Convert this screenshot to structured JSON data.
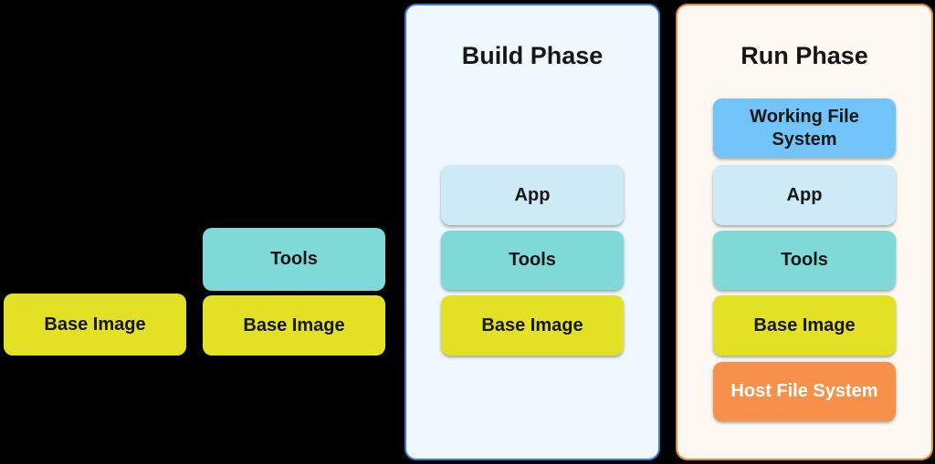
{
  "colors": {
    "background": "#000000",
    "base_image": "#e2e126",
    "tools": "#7fd9d6",
    "app": "#cfeaf7",
    "working_fs": "#72c4f8",
    "host_fs": "#f79149",
    "build_panel_bg": "#eff9fd",
    "build_panel_border": "#3e7bd8",
    "run_panel_bg": "#fdf8f1",
    "run_panel_border": "#e8893c",
    "text_dark": "#161616",
    "text_light": "#ffffff"
  },
  "blocks": {
    "base_image": {
      "label": "Base Image"
    },
    "tools": {
      "label": "Tools"
    },
    "app": {
      "label": "App"
    },
    "working_fs": {
      "label": "Working File System"
    },
    "host_fs": {
      "label": "Host File System"
    }
  },
  "stages": {
    "stage1": {
      "blocks": [
        "base_image"
      ]
    },
    "stage2": {
      "blocks": [
        "tools",
        "base_image"
      ]
    }
  },
  "panels": {
    "build": {
      "title": "Build Phase",
      "blocks": [
        "app",
        "tools",
        "base_image"
      ]
    },
    "run": {
      "title": "Run Phase",
      "blocks": [
        "working_fs",
        "app",
        "tools",
        "base_image",
        "host_fs"
      ]
    }
  }
}
